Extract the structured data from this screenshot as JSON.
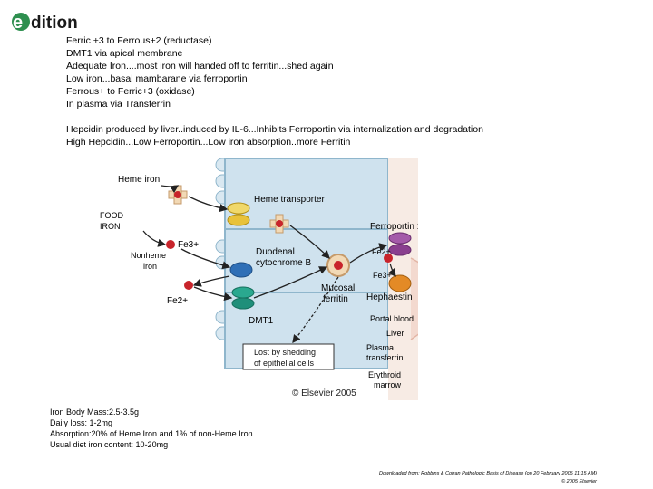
{
  "logo": {
    "text": "edition",
    "accent": "#2e8f4f"
  },
  "notes": [
    "Ferric +3 to Ferrous+2 (reductase)",
    "DMT1 via apical membrane",
    "Adequate Iron....most  iron will handed off to ferritin...shed again",
    "Low iron...basal mambarane via ferroportin",
    "Ferrous+ to Ferric+3 (oxidase)",
    "In plasma via Transferrin"
  ],
  "hepcidin": [
    "Hepcidin produced by liver..induced by IL-6...Inhibits Ferroportin via internalization and degradation",
    "High Hepcidin...Low Ferroportin...Low iron absorption..more Ferritin"
  ],
  "figure": {
    "labels": {
      "heme_iron": "Heme iron",
      "food_iron_1": "FOOD",
      "food_iron_2": "IRON",
      "fe3_left": "Fe3+",
      "nonheme_1": "Nonheme",
      "nonheme_2": "iron",
      "fe2_left": "Fe2+",
      "heme_transporter": "Heme transporter",
      "duodenal_1": "Duodenal",
      "duodenal_2": "cytochrome B",
      "mucosal_1": "Mucosal",
      "mucosal_2": "ferritin",
      "dmt1": "DMT1",
      "ferroportin": "Ferroportin 1",
      "fe2_right": "Fe2+",
      "fe3_right": "Fe3+",
      "hephaestin": "Hephaestin",
      "liver": "Liver",
      "portal_blood": "Portal blood",
      "plasma_1": "Plasma",
      "plasma_2": "transferrin",
      "erythroid_1": "Erythroid",
      "erythroid_2": "marrow",
      "lost_1": "Lost by shedding",
      "lost_2": "of epithelial cells",
      "copyright": "© Elsevier 2005"
    },
    "colors": {
      "cell": "#cfe2ee",
      "cell_border": "#8fb6cc",
      "blood": "#f3d9cf",
      "iron": "#c8242b",
      "heme": "#f2d9b5",
      "transporter": "#e8c23a",
      "cytochrome": "#2f6fb6",
      "dmt1": "#1f8f7a",
      "ferroportin": "#8a3f8f",
      "hephaestin": "#e38a26",
      "shed_box": "#ffffff"
    }
  },
  "facts": [
    "Iron  Body Mass:2.5-3.5g",
    "Daily loss: 1-2mg",
    "Absorption:20% of Heme Iron and 1% of non-Heme Iron",
    "Usual diet iron content: 10-20mg"
  ],
  "footer": [
    "Downloaded from: Robbins & Cotran Pathologic Basis of Disease (on 20 February 2005 11:15 AM)",
    "© 2005 Elsevier"
  ]
}
